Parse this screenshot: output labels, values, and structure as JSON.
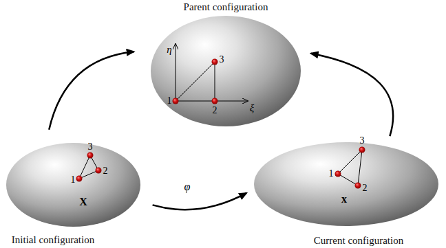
{
  "diagram": {
    "nodes": [
      {
        "text": [
          "Parent configuration"
        ]
      },
      {
        "text": [
          "Initial configuration"
        ]
      },
      {
        "text": [
          "Current configuration"
        ]
      }
    ],
    "edges": [
      {
        "from": 1,
        "to": 0,
        "arrow": "to"
      },
      {
        "from": 2,
        "to": 0,
        "arrow": "to"
      },
      {
        "from": 1,
        "to": 2,
        "arrow": "to",
        "label": "φ"
      }
    ],
    "labels": [
      "η",
      "3",
      "1",
      "2",
      "ξ",
      "3",
      "1",
      "2",
      "X",
      "3",
      "1",
      "2",
      "x"
    ]
  }
}
